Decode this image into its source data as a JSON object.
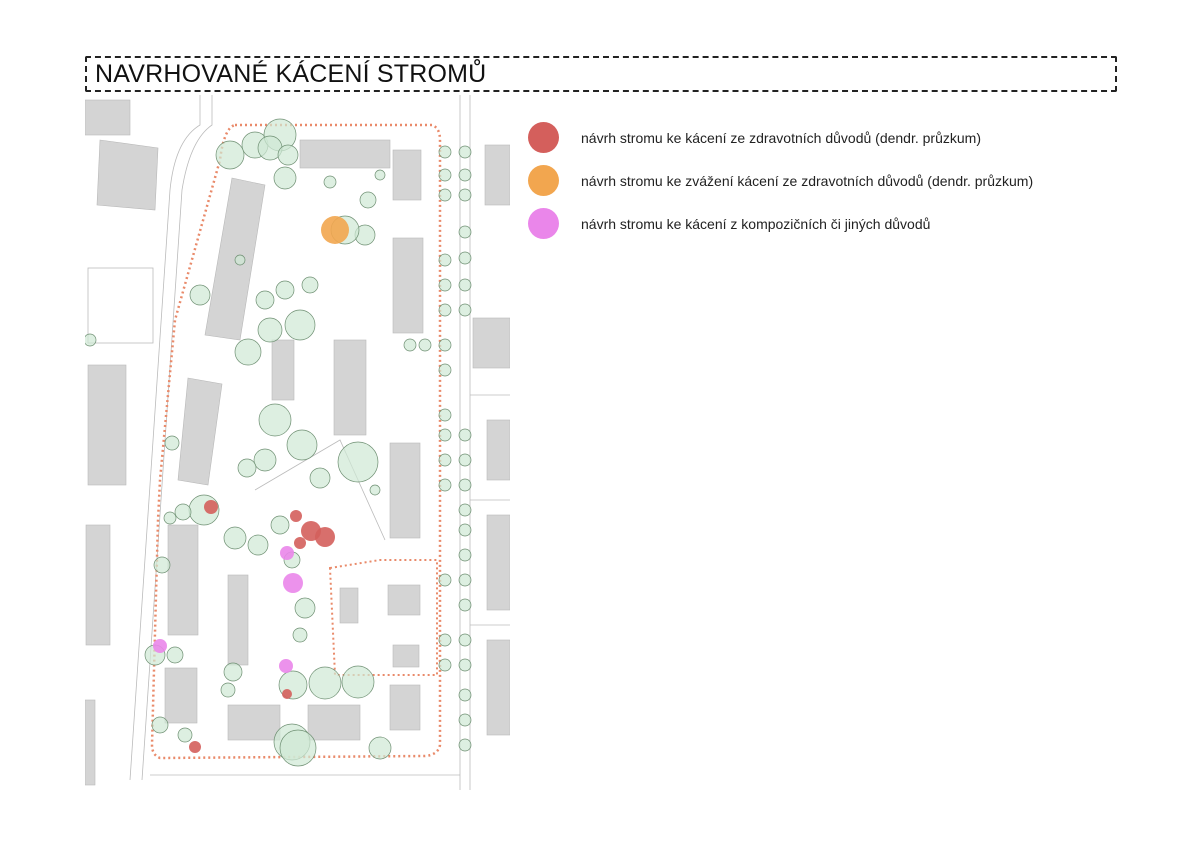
{
  "title": "NAVRHOVANÉ KÁCENÍ STROMŮ",
  "legend": [
    {
      "label": "návrh stromu ke kácení ze zdravotních důvodů (dendr. průzkum)",
      "color": "#d45f5c"
    },
    {
      "label": "návrh stromu ke zvážení kácení ze zdravotních důvodů (dendr. průzkum)",
      "color": "#f2a64f"
    },
    {
      "label": "návrh stromu ke kácení z kompozičních či jiných důvodů",
      "color": "#ea86ea"
    }
  ]
}
